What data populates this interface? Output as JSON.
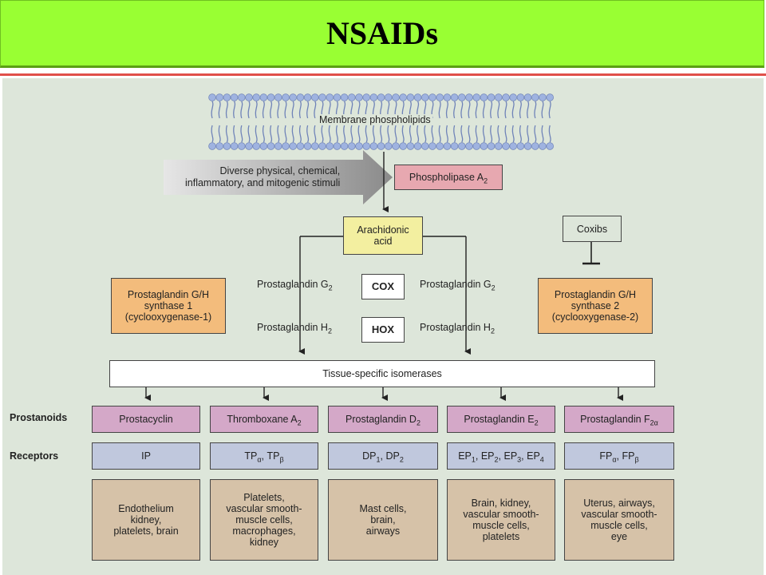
{
  "title": "NSAIDs",
  "colors": {
    "title_bar": "#99ff33",
    "rule": "#e0504a",
    "panel": "#dde6da",
    "prostanoid_box": "#d4a8c8",
    "receptor_box": "#c0c8dd",
    "tissue_box": "#d6c2a8",
    "cox_box": "#f3bc7c",
    "arachidonic_box": "#f3efa0",
    "phospholipase_box": "#e7a8b0"
  },
  "membrane": {
    "label": "Membrane phospholipids"
  },
  "stimuli": {
    "label": "Diverse physical, chemical,\ninflammatory, and mitogenic stimuli"
  },
  "phospholipase": {
    "label": "Phospholipase A",
    "sub": "2"
  },
  "arachidonic": {
    "label": "Arachidonic\nacid"
  },
  "coxibs": {
    "label": "Coxibs"
  },
  "cox1": {
    "label": "Prostaglandin G/H\nsynthase 1\n(cyclooxygenase-1)"
  },
  "cox2": {
    "label": "Prostaglandin G/H\nsynthase 2\n(cyclooxygenase-2)"
  },
  "left_g2": {
    "label": "Prostaglandin G",
    "sub": "2"
  },
  "left_h2": {
    "label": "Prostaglandin H",
    "sub": "2"
  },
  "right_g2": {
    "label": "Prostaglandin G",
    "sub": "2"
  },
  "right_h2": {
    "label": "Prostaglandin H",
    "sub": "2"
  },
  "cox": {
    "label": "COX"
  },
  "hox": {
    "label": "HOX"
  },
  "isomerases": {
    "label": "Tissue-specific isomerases"
  },
  "row_labels": {
    "prostanoids": "Prostanoids",
    "receptors": "Receptors"
  },
  "prostanoids": [
    {
      "label": "Prostacyclin",
      "sub": ""
    },
    {
      "label": "Thromboxane A",
      "sub": "2"
    },
    {
      "label": "Prostaglandin D",
      "sub": "2"
    },
    {
      "label": "Prostaglandin E",
      "sub": "2"
    },
    {
      "label": "Prostaglandin F",
      "sub": "2α"
    }
  ],
  "receptors": [
    {
      "parts": [
        {
          "t": "IP",
          "s": ""
        }
      ]
    },
    {
      "parts": [
        {
          "t": "TP",
          "s": "α"
        },
        {
          "t": ", TP",
          "s": "β"
        }
      ]
    },
    {
      "parts": [
        {
          "t": "DP",
          "s": "1"
        },
        {
          "t": ", DP",
          "s": "2"
        }
      ]
    },
    {
      "parts": [
        {
          "t": "EP",
          "s": "1"
        },
        {
          "t": ", EP",
          "s": "2"
        },
        {
          "t": ", EP",
          "s": "3"
        },
        {
          "t": ", EP",
          "s": "4"
        }
      ]
    },
    {
      "parts": [
        {
          "t": "FP",
          "s": "α"
        },
        {
          "t": ", FP",
          "s": "β"
        }
      ]
    }
  ],
  "tissues": [
    "Endothelium\nkidney,\nplatelets, brain",
    "Platelets,\nvascular smooth-\nmuscle cells,\nmacrophages,\nkidney",
    "Mast cells,\nbrain,\nairways",
    "Brain, kidney,\nvascular smooth-\nmuscle cells,\nplatelets",
    "Uterus, airways,\nvascular smooth-\nmuscle cells,\neye"
  ]
}
